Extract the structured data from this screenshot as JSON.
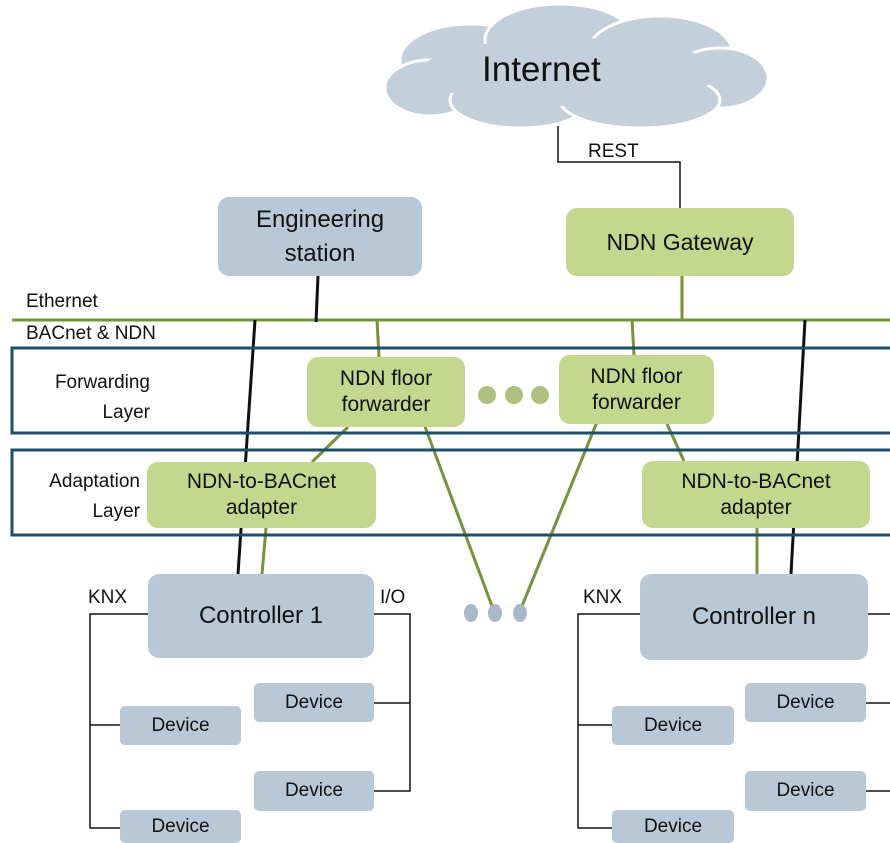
{
  "cloud": {
    "label": "Internet"
  },
  "links": {
    "rest": "REST"
  },
  "buses": {
    "ethernet": "Ethernet",
    "bacnet_ndn": "BACnet & NDN"
  },
  "nodes": {
    "engineering_station": "Engineering\nstation",
    "ndn_gateway": "NDN Gateway",
    "floor_forwarder_1": "NDN floor\nforwarder",
    "floor_forwarder_2": "NDN floor\nforwarder",
    "adapter_1": "NDN-to-BACnet\nadapter",
    "adapter_2": "NDN-to-BACnet\nadapter",
    "controller_1": "Controller 1",
    "controller_n": "Controller n"
  },
  "layers": {
    "forwarding": "Forwarding\nLayer",
    "adaptation": "Adaptation\nLayer"
  },
  "bus_labels": {
    "knx_1": "KNX",
    "io_1": "I/O",
    "knx_2": "KNX"
  },
  "devices": {
    "d1": "Device",
    "d2": "Device",
    "d3": "Device",
    "d4": "Device",
    "d5": "Device",
    "d6": "Device",
    "d7": "Device",
    "d8": "Device"
  },
  "colors": {
    "green_box": "#c3d78e",
    "grey_box": "#b8c8d6",
    "green_line": "#76923c",
    "layer_border": "#1f4e6b",
    "cloud": "#c3cfda",
    "dots_green": "#aebf7e",
    "dots_grey": "#a9b8c8"
  }
}
